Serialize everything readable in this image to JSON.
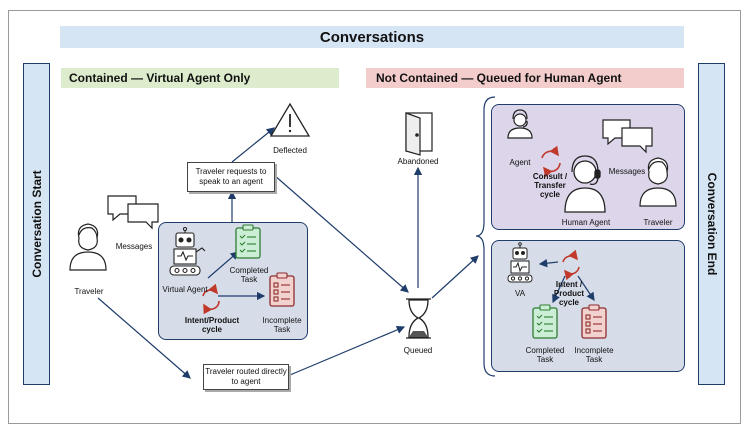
{
  "title": "Conversations",
  "contained_header": "Contained — Virtual Agent Only",
  "not_contained_header": "Not Contained — Queued for Human Agent",
  "side_start": "Conversation Start",
  "side_end": "Conversation End",
  "left": {
    "traveler": "Traveler",
    "messages": "Messages",
    "deflected": "Deflected",
    "callout_request": "Traveler requests to speak to an agent",
    "callout_routed": "Traveler routed directly to agent",
    "virtual_agent": "Virtual Agent",
    "completed_task": "Completed Task",
    "incomplete_task": "Incomplete Task",
    "cycle": "Intent/Product cycle"
  },
  "middle": {
    "abandoned": "Abandoned",
    "queued": "Queued"
  },
  "right_top": {
    "agent": "Agent",
    "consult_cycle": "Consult / Transfer cycle",
    "human_agent": "Human Agent",
    "messages": "Messages",
    "traveler": "Traveler"
  },
  "right_bottom": {
    "va": "VA",
    "cycle": "Intent / Product cycle",
    "completed_task": "Completed Task",
    "incomplete_task": "Incomplete Task"
  },
  "colors": {
    "title_band": "#d6e5f4",
    "contained_band": "#dceccc",
    "not_contained_band": "#f3cdcc",
    "virtual_box": "#d6dde8",
    "human_box": "#ddd5ea",
    "arrow": "#1f3d6b",
    "cycle": "#c0392b",
    "task_complete": "#cdeed6",
    "task_incomplete": "#f2d2cf"
  }
}
